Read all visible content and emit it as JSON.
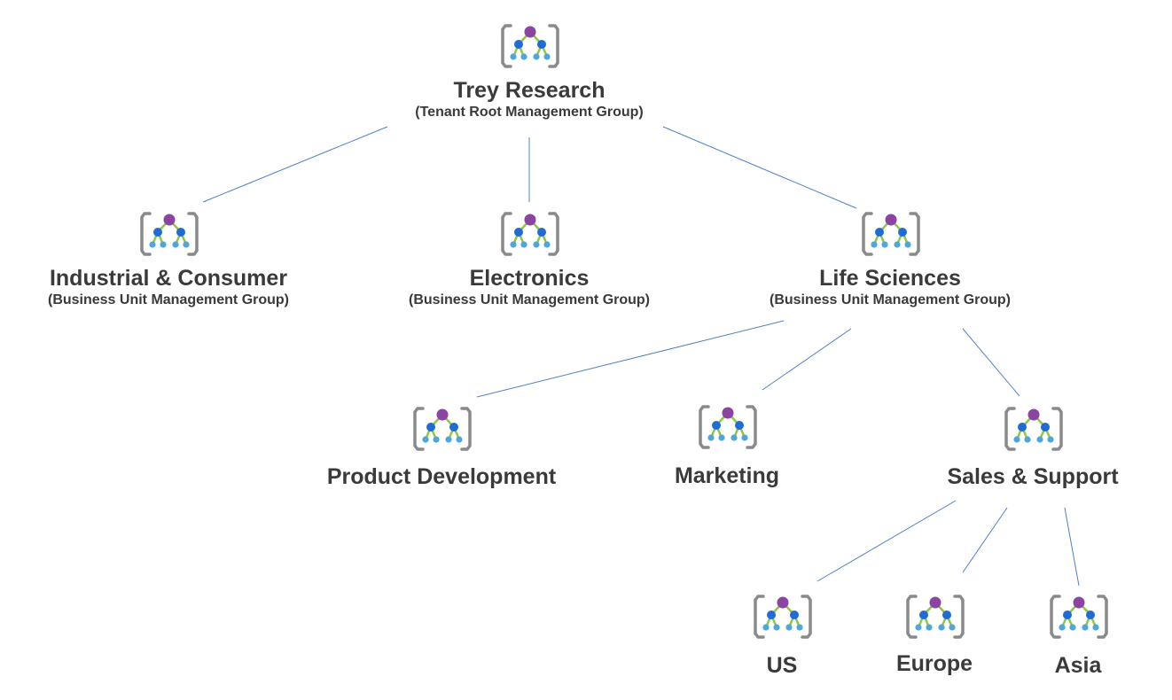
{
  "colors": {
    "connector": "#4f81c7",
    "icon_bracket": "#8a8a8a",
    "root_dot": "#8c44a2",
    "mid_dot": "#1e6cd4",
    "leaf_dot": "#4ea6dc",
    "link_line": "#8cc63f"
  },
  "icon": "management-group-icon",
  "nodes": {
    "root": {
      "title": "Trey Research",
      "subtitle": "(Tenant Root Management Group)"
    },
    "industrial": {
      "title": "Industrial & Consumer",
      "subtitle": "(Business Unit Management Group)"
    },
    "electronics": {
      "title": "Electronics",
      "subtitle": "(Business Unit Management Group)"
    },
    "life": {
      "title": "Life Sciences",
      "subtitle": "(Business Unit Management Group)"
    },
    "product": {
      "title": "Product Development"
    },
    "marketing": {
      "title": "Marketing"
    },
    "sales": {
      "title": "Sales & Support"
    },
    "us": {
      "title": "US"
    },
    "europe": {
      "title": "Europe"
    },
    "asia": {
      "title": "Asia"
    }
  }
}
